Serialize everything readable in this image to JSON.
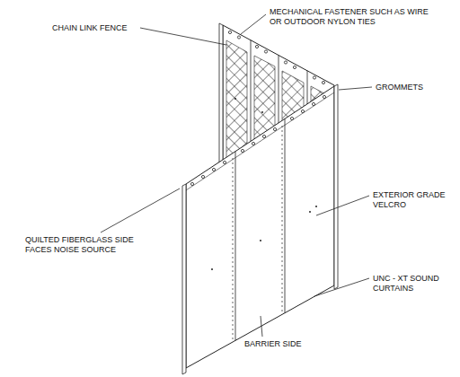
{
  "diagram": {
    "labels": [
      "CHAIN LINK FENCE",
      "MECHANICAL FASTENER SUCH AS WIRE OR OUTDOOR NYLON TIES",
      "GROMMETS",
      "EXTERIOR GRADE VELCRO",
      "QUILTED FIBERGLASS SIDE FACES NOISE SOURCE",
      "UNC - XT SOUND CURTAINS",
      "BARRIER SIDE"
    ]
  }
}
